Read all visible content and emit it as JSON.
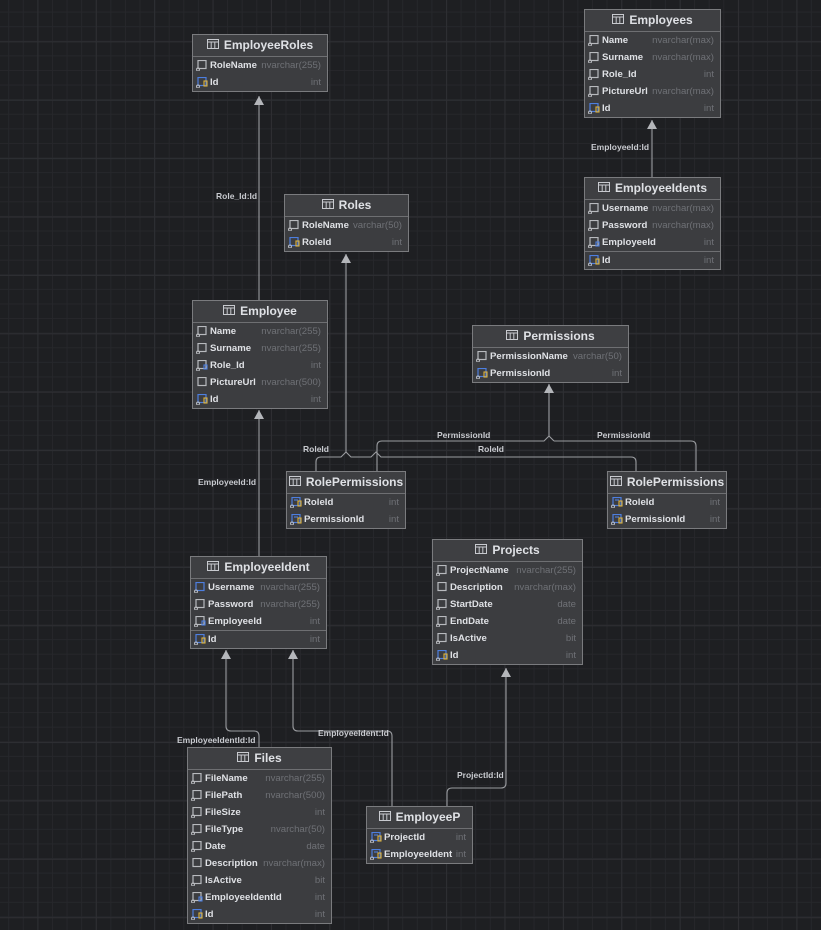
{
  "diagram": {
    "tables": [
      {
        "id": "employeeroles",
        "title": "EmployeeRoles",
        "columns": [
          {
            "name": "RoleName",
            "type": "nvarchar(255)",
            "icon": "column-icon"
          },
          {
            "name": "Id",
            "type": "int",
            "icon": "primary-key-icon"
          }
        ]
      },
      {
        "id": "employees",
        "title": "Employees",
        "columns": [
          {
            "name": "Name",
            "type": "nvarchar(max)",
            "icon": "column-icon"
          },
          {
            "name": "Surname",
            "type": "nvarchar(max)",
            "icon": "column-icon"
          },
          {
            "name": "Role_Id",
            "type": "int",
            "icon": "column-icon"
          },
          {
            "name": "PictureUrl",
            "type": "nvarchar(max)",
            "icon": "column-icon"
          },
          {
            "name": "Id",
            "type": "int",
            "icon": "primary-key-icon"
          }
        ]
      },
      {
        "id": "employeeidents",
        "title": "EmployeeIdents",
        "columns": [
          {
            "name": "Username",
            "type": "nvarchar(max)",
            "icon": "column-icon"
          },
          {
            "name": "Password",
            "type": "nvarchar(max)",
            "icon": "column-icon"
          },
          {
            "name": "EmployeeId",
            "type": "int",
            "icon": "foreign-key-icon"
          },
          {
            "name": "Id",
            "type": "int",
            "icon": "primary-key-icon",
            "separator": true
          }
        ]
      },
      {
        "id": "roles",
        "title": "Roles",
        "columns": [
          {
            "name": "RoleName",
            "type": "varchar(50)",
            "icon": "column-icon"
          },
          {
            "name": "RoleId",
            "type": "int",
            "icon": "primary-key-icon"
          }
        ]
      },
      {
        "id": "employee",
        "title": "Employee",
        "columns": [
          {
            "name": "Name",
            "type": "nvarchar(255)",
            "icon": "column-icon"
          },
          {
            "name": "Surname",
            "type": "nvarchar(255)",
            "icon": "column-icon"
          },
          {
            "name": "Role_Id",
            "type": "int",
            "icon": "foreign-key-icon"
          },
          {
            "name": "PictureUrl",
            "type": "nvarchar(500)",
            "icon": "nullable-column-icon"
          },
          {
            "name": "Id",
            "type": "int",
            "icon": "primary-key-icon"
          }
        ]
      },
      {
        "id": "permissions",
        "title": "Permissions",
        "columns": [
          {
            "name": "PermissionName",
            "type": "varchar(50)",
            "icon": "column-icon"
          },
          {
            "name": "PermissionId",
            "type": "int",
            "icon": "primary-key-icon"
          }
        ]
      },
      {
        "id": "rolepermissions1",
        "title": "RolePermissions",
        "columns": [
          {
            "name": "RoleId",
            "type": "int",
            "icon": "primary-foreign-key-icon"
          },
          {
            "name": "PermissionId",
            "type": "int",
            "icon": "primary-foreign-key-icon"
          }
        ]
      },
      {
        "id": "rolepermissions2",
        "title": "RolePermissions",
        "columns": [
          {
            "name": "RoleId",
            "type": "int",
            "icon": "primary-foreign-key-icon"
          },
          {
            "name": "PermissionId",
            "type": "int",
            "icon": "primary-foreign-key-icon"
          }
        ]
      },
      {
        "id": "employeeident",
        "title": "EmployeeIdent",
        "columns": [
          {
            "name": "Username",
            "type": "nvarchar(255)",
            "icon": "unique-column-icon"
          },
          {
            "name": "Password",
            "type": "nvarchar(255)",
            "icon": "column-icon"
          },
          {
            "name": "EmployeeId",
            "type": "int",
            "icon": "foreign-key-icon"
          },
          {
            "name": "Id",
            "type": "int",
            "icon": "primary-key-icon",
            "separator": true
          }
        ]
      },
      {
        "id": "projects",
        "title": "Projects",
        "columns": [
          {
            "name": "ProjectName",
            "type": "nvarchar(255)",
            "icon": "column-icon"
          },
          {
            "name": "Description",
            "type": "nvarchar(max)",
            "icon": "nullable-column-icon"
          },
          {
            "name": "StartDate",
            "type": "date",
            "icon": "column-icon"
          },
          {
            "name": "EndDate",
            "type": "date",
            "icon": "column-icon"
          },
          {
            "name": "IsActive",
            "type": "bit",
            "icon": "column-icon"
          },
          {
            "name": "Id",
            "type": "int",
            "icon": "primary-key-icon"
          }
        ]
      },
      {
        "id": "files",
        "title": "Files",
        "columns": [
          {
            "name": "FileName",
            "type": "nvarchar(255)",
            "icon": "column-icon"
          },
          {
            "name": "FilePath",
            "type": "nvarchar(500)",
            "icon": "column-icon"
          },
          {
            "name": "FileSize",
            "type": "int",
            "icon": "column-icon"
          },
          {
            "name": "FileType",
            "type": "nvarchar(50)",
            "icon": "column-icon"
          },
          {
            "name": "Date",
            "type": "date",
            "icon": "column-icon"
          },
          {
            "name": "Description",
            "type": "nvarchar(max)",
            "icon": "nullable-column-icon"
          },
          {
            "name": "IsActive",
            "type": "bit",
            "icon": "column-icon"
          },
          {
            "name": "EmployeeIdentId",
            "type": "int",
            "icon": "foreign-key-icon"
          },
          {
            "name": "Id",
            "type": "int",
            "icon": "primary-key-icon"
          }
        ]
      },
      {
        "id": "employeep",
        "title": "EmployeeP",
        "columns": [
          {
            "name": "ProjectId",
            "type": "int",
            "icon": "primary-foreign-key-icon"
          },
          {
            "name": "EmployeeIdent",
            "type": "int",
            "icon": "primary-foreign-key-icon"
          }
        ]
      }
    ],
    "relationships": [
      {
        "from": "employee",
        "to": "employeeroles",
        "label": "Role_Id:Id"
      },
      {
        "from": "employeeidents",
        "to": "employees",
        "label": "EmployeeId:Id"
      },
      {
        "from": "employeeident",
        "to": "employee",
        "label": "EmployeeId:Id"
      },
      {
        "from": "rolepermissions1",
        "to": "roles",
        "label": "RoleId"
      },
      {
        "from": "rolepermissions2",
        "to": "roles",
        "label": "RoleId"
      },
      {
        "from": "rolepermissions1",
        "to": "permissions",
        "label": "PermissionId"
      },
      {
        "from": "rolepermissions2",
        "to": "permissions",
        "label": "PermissionId"
      },
      {
        "from": "files",
        "to": "employeeident",
        "label": "EmployeeIdentId:Id"
      },
      {
        "from": "employeep",
        "to": "employeeident",
        "label": "EmployeeIdent:Id"
      },
      {
        "from": "employeep",
        "to": "projects",
        "label": "ProjectId:Id"
      }
    ],
    "colors": {
      "background": "#1e1f22",
      "table_fill": "#3c3d40",
      "table_border": "#7a7b7e",
      "text": "#dfe1e5",
      "type_text": "#6f7176",
      "key_gold": "#e0b33a",
      "key_blue": "#4d7fe0",
      "link": "#9a9ca0"
    }
  }
}
